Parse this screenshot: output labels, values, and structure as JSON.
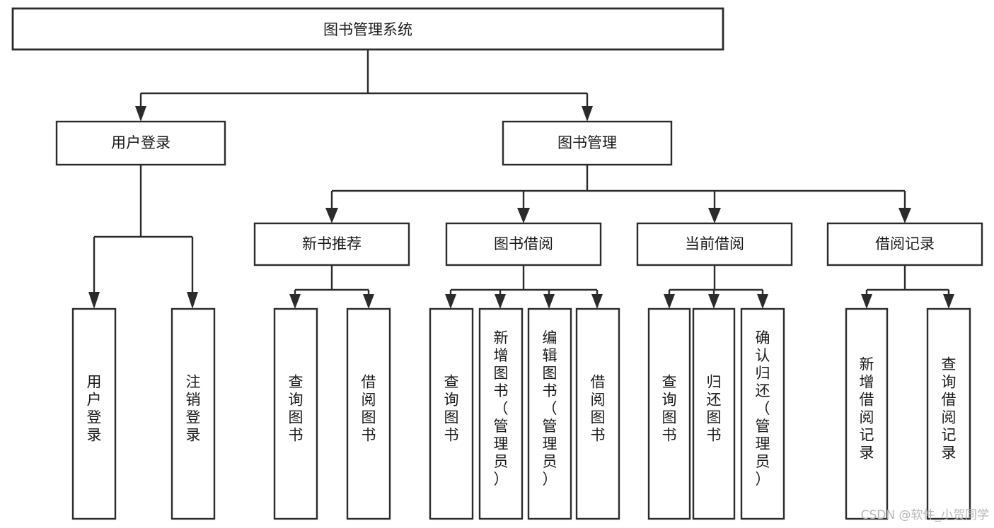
{
  "diagram": {
    "type": "tree-hierarchy",
    "title": "图书管理系统",
    "orientation": "top-down",
    "colors": {
      "stroke": "#2b2b2b",
      "fill": "#ffffff",
      "text": "#1a1a1a",
      "watermark": "#b6b6b6",
      "background": "#ffffff"
    },
    "root": {
      "label": "图书管理系统"
    },
    "level2": [
      {
        "label": "用户登录"
      },
      {
        "label": "图书管理"
      }
    ],
    "level3": [
      {
        "label": "新书推荐"
      },
      {
        "label": "图书借阅"
      },
      {
        "label": "当前借阅"
      },
      {
        "label": "借阅记录"
      }
    ],
    "leaves": {
      "user_login": [
        {
          "label": "用户登录"
        },
        {
          "label": "注销登录"
        }
      ],
      "new_book_recommend": [
        {
          "label": "查询图书"
        },
        {
          "label": "借阅图书"
        }
      ],
      "book_borrow": [
        {
          "label": "查询图书"
        },
        {
          "label": "新增图书（管理员）"
        },
        {
          "label": "编辑图书（管理员）"
        },
        {
          "label": "借阅图书"
        }
      ],
      "current_borrow": [
        {
          "label": "查询图书"
        },
        {
          "label": "归还图书"
        },
        {
          "label": "确认归还（管理员）"
        }
      ],
      "borrow_record": [
        {
          "label": "新增借阅记录"
        },
        {
          "label": "查询借阅记录"
        }
      ]
    },
    "watermark": "CSDN @软件_小贺同学"
  }
}
